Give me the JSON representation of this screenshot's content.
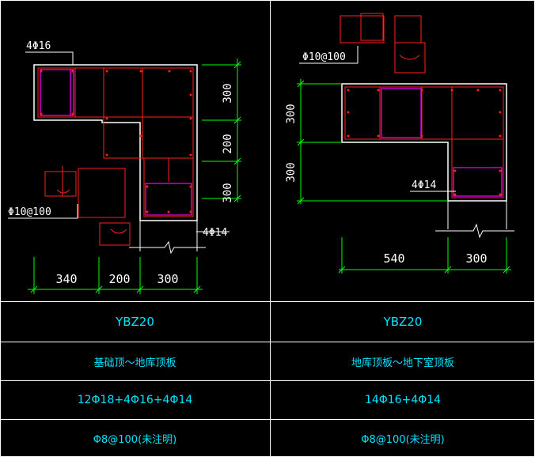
{
  "table": {
    "left": {
      "id": "YBZ20",
      "range": "基础顶～地库顶板",
      "longitudinal": "12Φ18+4Φ16+4Φ14",
      "stirrup": "Φ8@100(未注明)"
    },
    "right": {
      "id": "YBZ20",
      "range": "地库顶板～地下室顶板",
      "longitudinal": "14Φ16+4Φ14",
      "stirrup": "Φ8@100(未注明)"
    }
  },
  "left_section": {
    "rebar_top_label": "4Φ16",
    "stirrup_label": "Φ10@100",
    "rebar_bottom_label": "4Φ14",
    "dims_vertical": [
      "300",
      "200",
      "300"
    ],
    "dims_horizontal": [
      "340",
      "200",
      "300"
    ]
  },
  "right_section": {
    "stirrup_label": "Φ10@100",
    "rebar_label": "4Φ14",
    "dims_vertical": [
      "300",
      "300"
    ],
    "dims_horizontal": [
      "540",
      "300"
    ]
  },
  "colors": {
    "background": "#000000",
    "grid": "#ffffff",
    "rebar": "#ff2020",
    "tie": "#ff00ff",
    "dimension": "#00ff00",
    "text": "#00e5ff"
  }
}
